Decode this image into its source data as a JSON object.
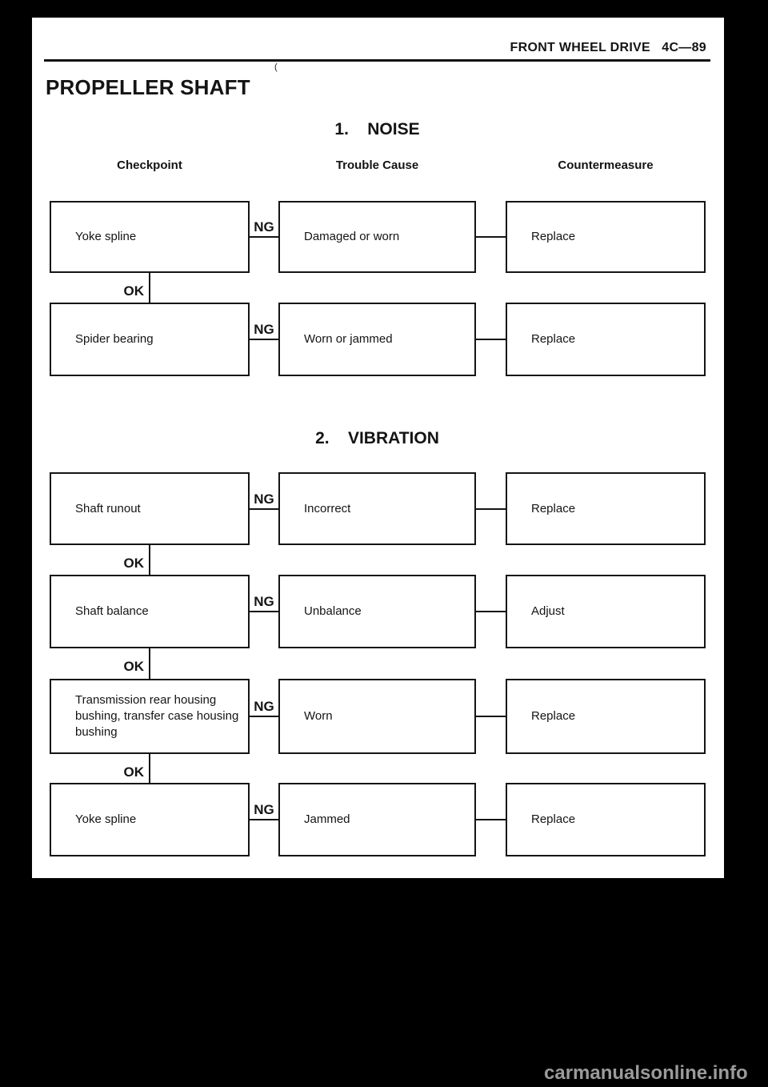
{
  "header": {
    "page_label": "FRONT WHEEL DRIVE   4C—89"
  },
  "title": "PROPELLER SHAFT",
  "stray_mark": "(",
  "columns": {
    "checkpoint": "Checkpoint",
    "trouble": "Trouble Cause",
    "countermeasure": "Countermeasure"
  },
  "flow_labels": {
    "ng": "NG",
    "ok": "OK"
  },
  "sections": [
    {
      "title": "1.    NOISE",
      "rows": [
        {
          "checkpoint": "Yoke spline",
          "trouble": "Damaged or worn",
          "countermeasure": "Replace"
        },
        {
          "checkpoint": "Spider bearing",
          "trouble": "Worn or jammed",
          "countermeasure": "Replace"
        }
      ]
    },
    {
      "title": "2.    VIBRATION",
      "rows": [
        {
          "checkpoint": "Shaft runout",
          "trouble": "Incorrect",
          "countermeasure": "Replace"
        },
        {
          "checkpoint": "Shaft balance",
          "trouble": "Unbalance",
          "countermeasure": "Adjust"
        },
        {
          "checkpoint": "Transmission rear housing bushing, transfer case housing bushing",
          "trouble": "Worn",
          "countermeasure": "Replace"
        },
        {
          "checkpoint": "Yoke spline",
          "trouble": "Jammed",
          "countermeasure": "Replace"
        }
      ]
    }
  ],
  "watermark": "carmanualsonline.info",
  "colors": {
    "canvas_bg": "#000000",
    "page_bg": "#ffffff",
    "ink": "#141414",
    "watermark": "#9b9b9b"
  }
}
